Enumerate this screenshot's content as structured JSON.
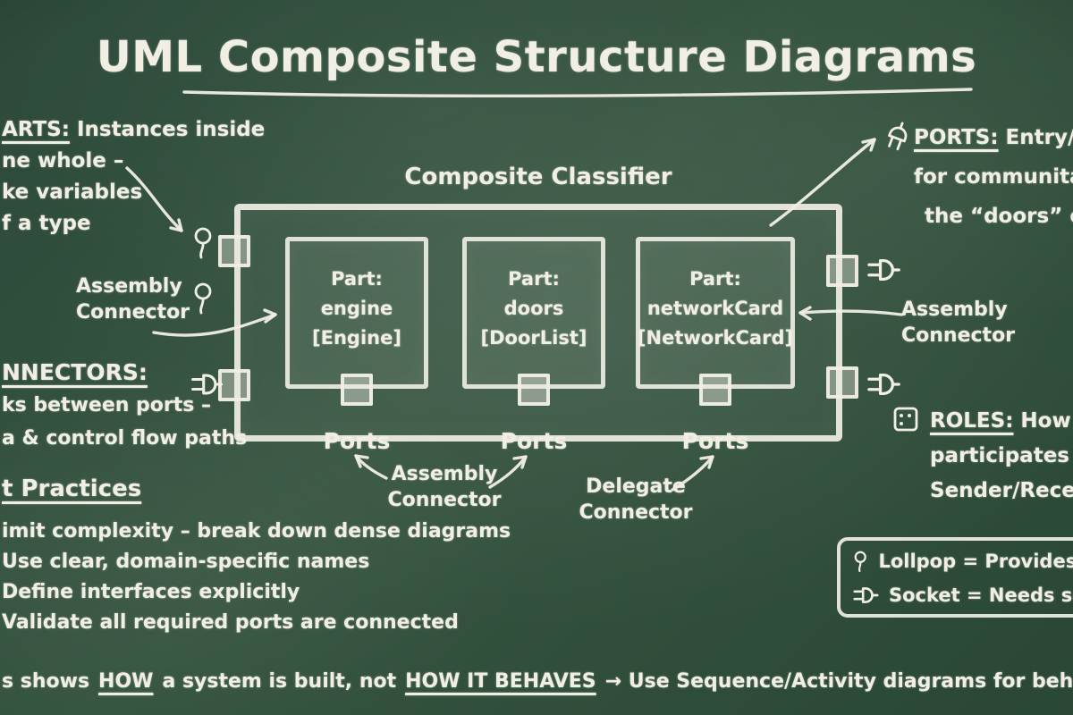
{
  "title": "UML Composite Structure Diagrams",
  "left_notes": {
    "parts": {
      "heading": "ARTS:",
      "heading_rest": " Instances inside",
      "line2": "ne whole –",
      "line3": "ke variables",
      "line4": "f a type"
    },
    "assembly_connector": {
      "line1": "Assembly",
      "line2": "Connector"
    },
    "connectors": {
      "heading": "NNECTORS:",
      "line2": "ks between ports –",
      "line3": "a & control flow paths"
    },
    "best_practices": {
      "heading": "t Practices",
      "items": [
        "imit complexity – break down dense diagrams",
        "Use clear, domain-specific names",
        "Define interfaces explicitly",
        "Validate all required ports are connected"
      ]
    }
  },
  "diagram": {
    "classifier_label": "Composite Classifier",
    "parts": [
      {
        "title": "Part:",
        "name": "engine",
        "type": "[Engine]",
        "ports_label": "Ports"
      },
      {
        "title": "Part:",
        "name": "doors",
        "type": "[DoorList]",
        "ports_label": "Ports"
      },
      {
        "title": "Part:",
        "name": "networkCard",
        "type": "[NetworkCard]",
        "ports_label": "Ports"
      }
    ],
    "assembly_connector": {
      "line1": "Assembly",
      "line2": "Connector"
    },
    "delegate_connector": {
      "line1": "Delegate",
      "line2": "Connector"
    }
  },
  "right_notes": {
    "ports": {
      "heading": "PORTS:",
      "heading_rest": " Entry/",
      "line2": "for communita",
      "line3": "the “doors” of"
    },
    "assembly_connector": {
      "line1": "Assembly",
      "line2": "Connector"
    },
    "roles": {
      "heading": "ROLES:",
      "heading_rest": " How",
      "line2": "participates –",
      "line3": "Sender/Receiv"
    },
    "legend": {
      "row1": "Lollpop = Provides s",
      "row2": "Socket = Needs ser"
    }
  },
  "footer": {
    "seg1": "s shows",
    "seg2": "HOW",
    "seg3": "a system is built, not",
    "seg4": "HOW IT BEHAVES",
    "seg5": "→ Use Sequence/Activity diagrams for beh"
  },
  "colors": {
    "chalk": "#f1efe4",
    "board_green": "#33523e"
  },
  "icons": {
    "lollipop": "lollipop-icon",
    "socket": "socket-icon",
    "plug": "plug-icon",
    "roles_badge": "roles-icon",
    "arrow": "chalk-arrow"
  }
}
